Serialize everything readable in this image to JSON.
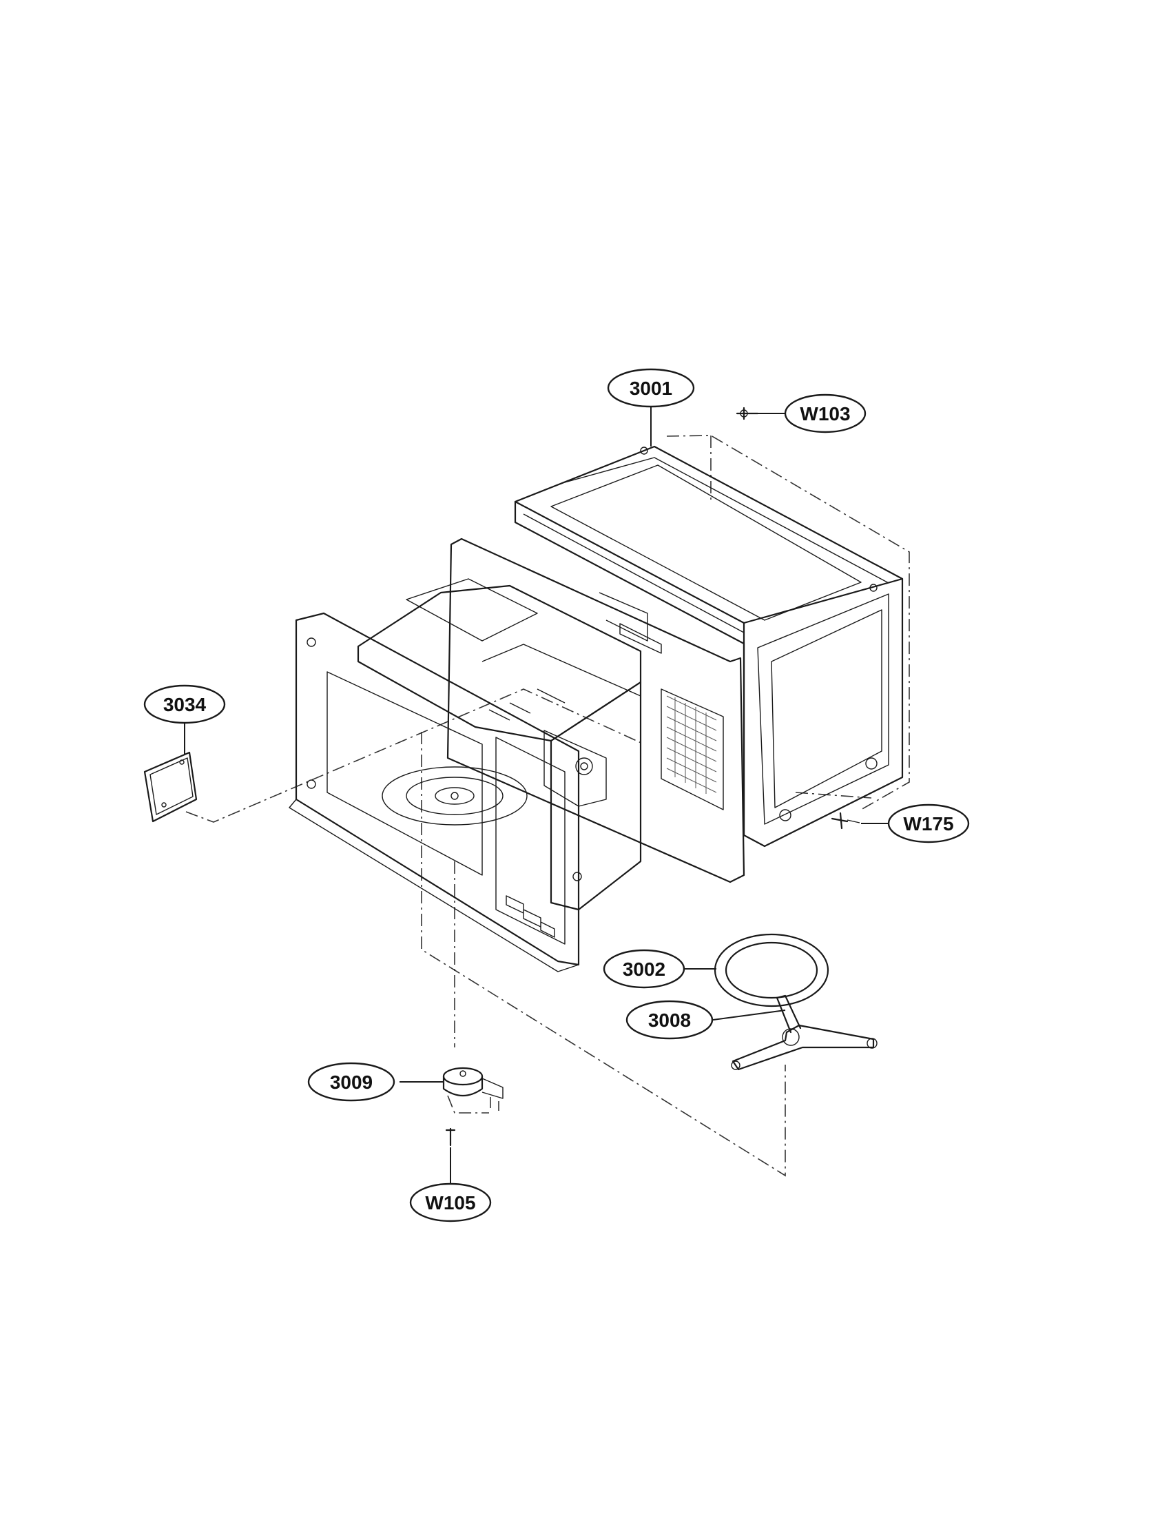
{
  "callouts": {
    "c3001": "3001",
    "cW103": "W103",
    "c3034": "3034",
    "cW175": "W175",
    "c3002": "3002",
    "c3008": "3008",
    "c3009": "3009",
    "cW105": "W105"
  },
  "colors": {
    "line": "#1a1a1a",
    "background": "#ffffff"
  }
}
